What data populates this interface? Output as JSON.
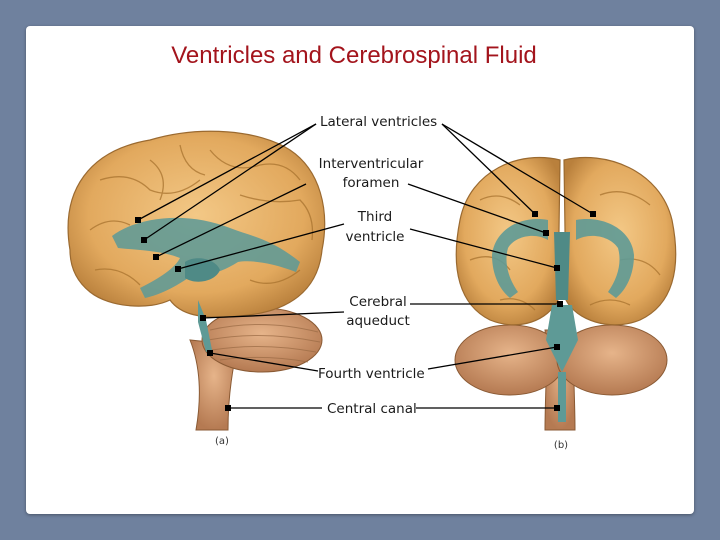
{
  "title": "Ventricles and Cerebrospinal Fluid",
  "labels": {
    "lateral_ventricles": "Lateral ventricles",
    "interventricular_foramen_1": "Interventricular",
    "interventricular_foramen_2": "foramen",
    "third_ventricle_1": "Third",
    "third_ventricle_2": "ventricle",
    "cerebral_aqueduct_1": "Cerebral",
    "cerebral_aqueduct_2": "aqueduct",
    "fourth_ventricle": "Fourth ventricle",
    "central_canal": "Central canal"
  },
  "panels": {
    "a": "(a)",
    "b": "(b)"
  },
  "colors": {
    "title": "#a3141c",
    "brain": "#e7b46a",
    "brain_dark": "#b9803c",
    "ventricle": "#5e9a96",
    "cerebellum": "#d59a70",
    "background": "#6f819e"
  }
}
